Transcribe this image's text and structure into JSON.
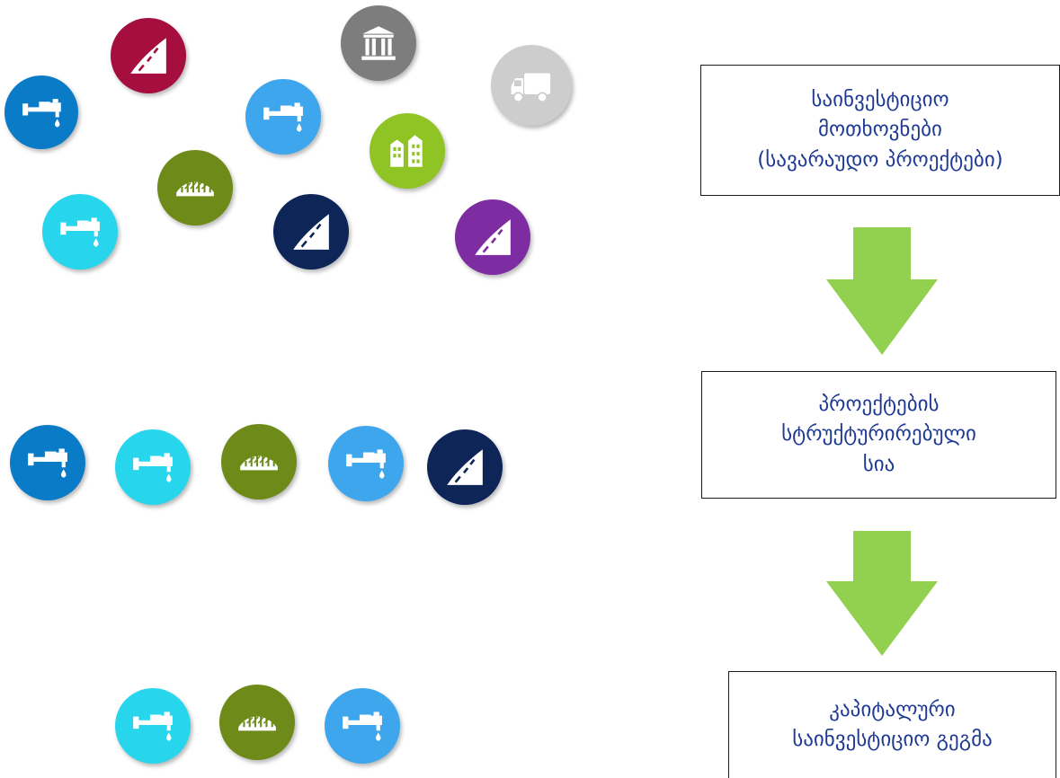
{
  "colors": {
    "faucet_blue": "#0a7bc6",
    "faucet_cyan": "#27d6ec",
    "faucet_light": "#3ea6ec",
    "road_crimson": "#a50e3e",
    "road_navy": "#0e2558",
    "road_purple": "#7d2da1",
    "bridge_olive": "#6e8a18",
    "building_green": "#8fc424",
    "bank_gray": "#7d7d7d",
    "truck_lightgray": "#cdcdcd",
    "arrow_green": "#92d050",
    "box_text": "#1f3a93"
  },
  "icon_groups": {
    "pool": [
      "faucet-icon",
      "road-icon",
      "bank-icon",
      "truck-icon",
      "faucet-icon",
      "building-icon",
      "bridge-icon",
      "faucet-icon",
      "road-icon",
      "road-icon"
    ],
    "structured_list": [
      "faucet-icon",
      "faucet-icon",
      "bridge-icon",
      "faucet-icon",
      "road-icon"
    ],
    "capital_plan": [
      "faucet-icon",
      "bridge-icon",
      "faucet-icon"
    ]
  },
  "flow": {
    "box1": "საინვესტიციო\nმოთხოვნები\n(სავარაუდო პროექტები)",
    "box2": "პროექტების\nსტრუქტურირებული\nსია",
    "box3": "კაპიტალური\nსაინვესტიციო გეგმა",
    "arrows": [
      "arrow-down-icon",
      "arrow-down-icon"
    ]
  }
}
